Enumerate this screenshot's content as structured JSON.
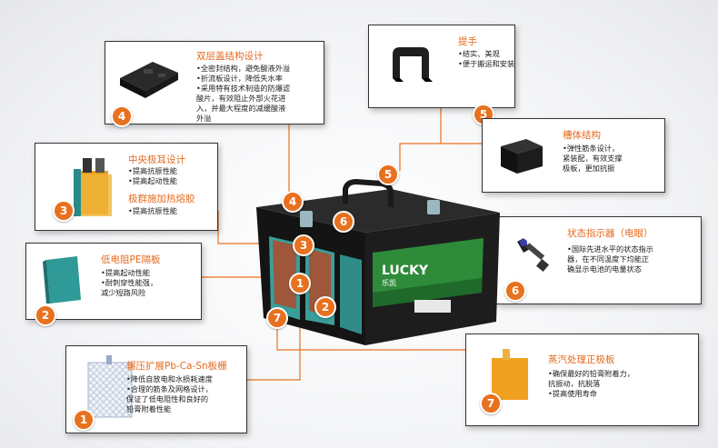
{
  "boxes": {
    "cover": {
      "title": "双层盖结构设计",
      "bullets": [
        "•全密封结构，避免酸液外溢",
        "•折流板设计，降低失水率",
        "•采用特有技术制造的防爆滤",
        "  酸片，有效阻止外部火花进",
        "  入，并最大程度的减缓酸液",
        "  外溢"
      ],
      "badge": "4"
    },
    "handle": {
      "title": "提手",
      "bullets": [
        "•结实、美观",
        "•便于搬运和安装"
      ],
      "badge": "5"
    },
    "trough": {
      "title": "槽体结构",
      "bullets": [
        "•弹性筋条设计，",
        "  紧装配，有效支撑",
        "  极板，更加抗振"
      ],
      "badge": "5"
    },
    "terminal": {
      "title": "中央极耳设计",
      "bullets": [
        "•提高抗振性能",
        "•提高起动性能"
      ],
      "title2": "极群施加热熔胶",
      "bullets2": [
        "•提高抗振性能"
      ],
      "badge": "3"
    },
    "separator": {
      "title": "低电阻PE隔板",
      "bullets": [
        "•提高起动性能",
        "•耐刺穿性能强，",
        "  减少短路风险"
      ],
      "badge": "2"
    },
    "indicator": {
      "title": "状态指示器（电眼）",
      "bullets": [
        "•国际先进水平的状态指示",
        "  器，在不同温度下均能正",
        "  确显示电池的电量状态"
      ],
      "badge": "6"
    },
    "grid": {
      "title": "辗压扩展Pb-Ca-Sn板栅",
      "bullets": [
        "•降低自放电和水损耗速度",
        "•合理的筋条及网格设计，",
        "  保证了低电阻性和良好的",
        "  铅膏附着性能"
      ],
      "badge": "1"
    },
    "plate": {
      "title": "蒸汽处理正极板",
      "bullets": [
        "•确保最好的铅膏附着力，",
        "  抗振动，抗脱落",
        "•提高使用寿命"
      ],
      "badge": "7"
    }
  },
  "battery": {
    "brand": "LUCKY",
    "brand_cn": "乐凯",
    "badges": [
      "1",
      "2",
      "3",
      "4",
      "5",
      "6",
      "7"
    ]
  },
  "colors": {
    "accent": "#e8711f",
    "title": "#e46a1e",
    "case": "#1c1c1c",
    "label": "#2e8b3a"
  }
}
